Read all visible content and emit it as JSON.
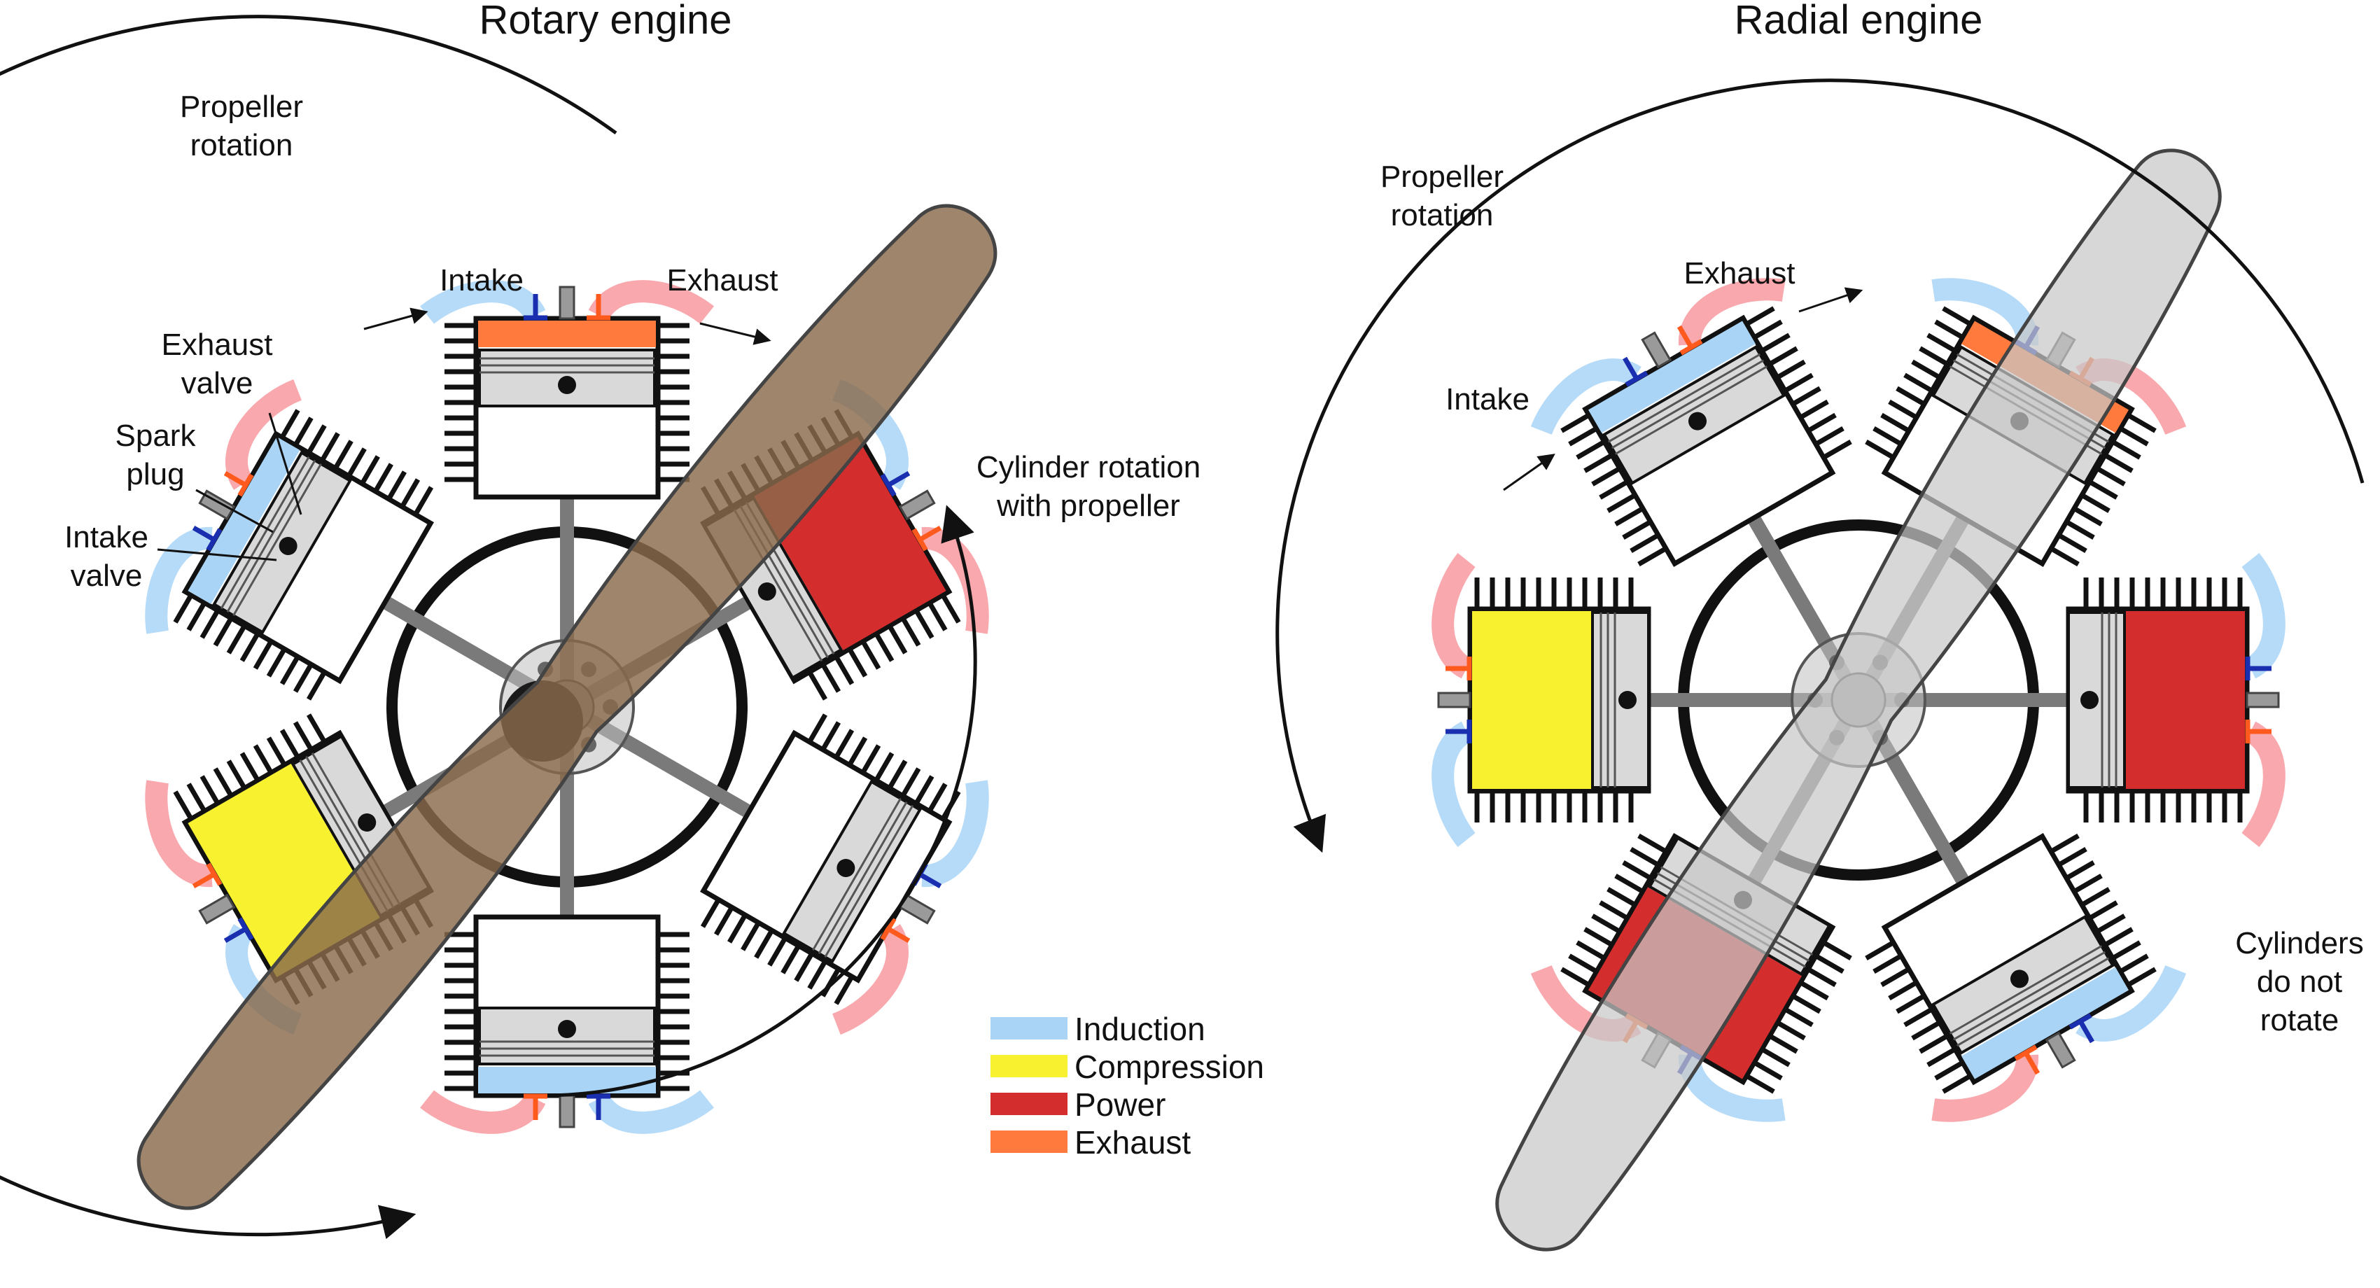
{
  "left_diagram": {
    "title": "Rotary engine",
    "labels": {
      "propeller_rotation": [
        "Propeller",
        "rotation"
      ],
      "intake": "Intake",
      "exhaust": "Exhaust",
      "exhaust_valve": [
        "Exhaust",
        "valve"
      ],
      "spark_plug": [
        "Spark",
        "plug"
      ],
      "intake_valve": [
        "Intake",
        "valve"
      ],
      "cylinder_rotation": [
        "Cylinder rotation",
        "with propeller"
      ]
    },
    "cylinder_states": [
      "exhaust",
      "power",
      "none",
      "induction",
      "compression",
      "induction"
    ],
    "propeller_color": "#8a6a4c"
  },
  "right_diagram": {
    "title": "Radial engine",
    "labels": {
      "propeller_rotation": [
        "Propeller",
        "rotation"
      ],
      "exhaust": "Exhaust",
      "intake": "Intake",
      "cylinders_static": [
        "Cylinders",
        "do not",
        "rotate"
      ]
    },
    "cylinder_states": [
      "induction",
      "exhaust",
      "power",
      "induction",
      "power",
      "compression"
    ],
    "propeller_color": "#c8c8c8"
  },
  "legend": {
    "items": [
      {
        "label": "Induction",
        "color": "#a9d4f5"
      },
      {
        "label": "Compression",
        "color": "#f7f130"
      },
      {
        "label": "Power",
        "color": "#d32d2d"
      },
      {
        "label": "Exhaust",
        "color": "#ff7a3c"
      }
    ]
  },
  "colors": {
    "intake_pipe": "#b6dbf8",
    "exhaust_pipe": "#f9a8ad",
    "intake_valve": "#1a2fb0",
    "exhaust_valve": "#ff5a1e",
    "metal": "#d9d9d9",
    "outline": "#111111"
  }
}
